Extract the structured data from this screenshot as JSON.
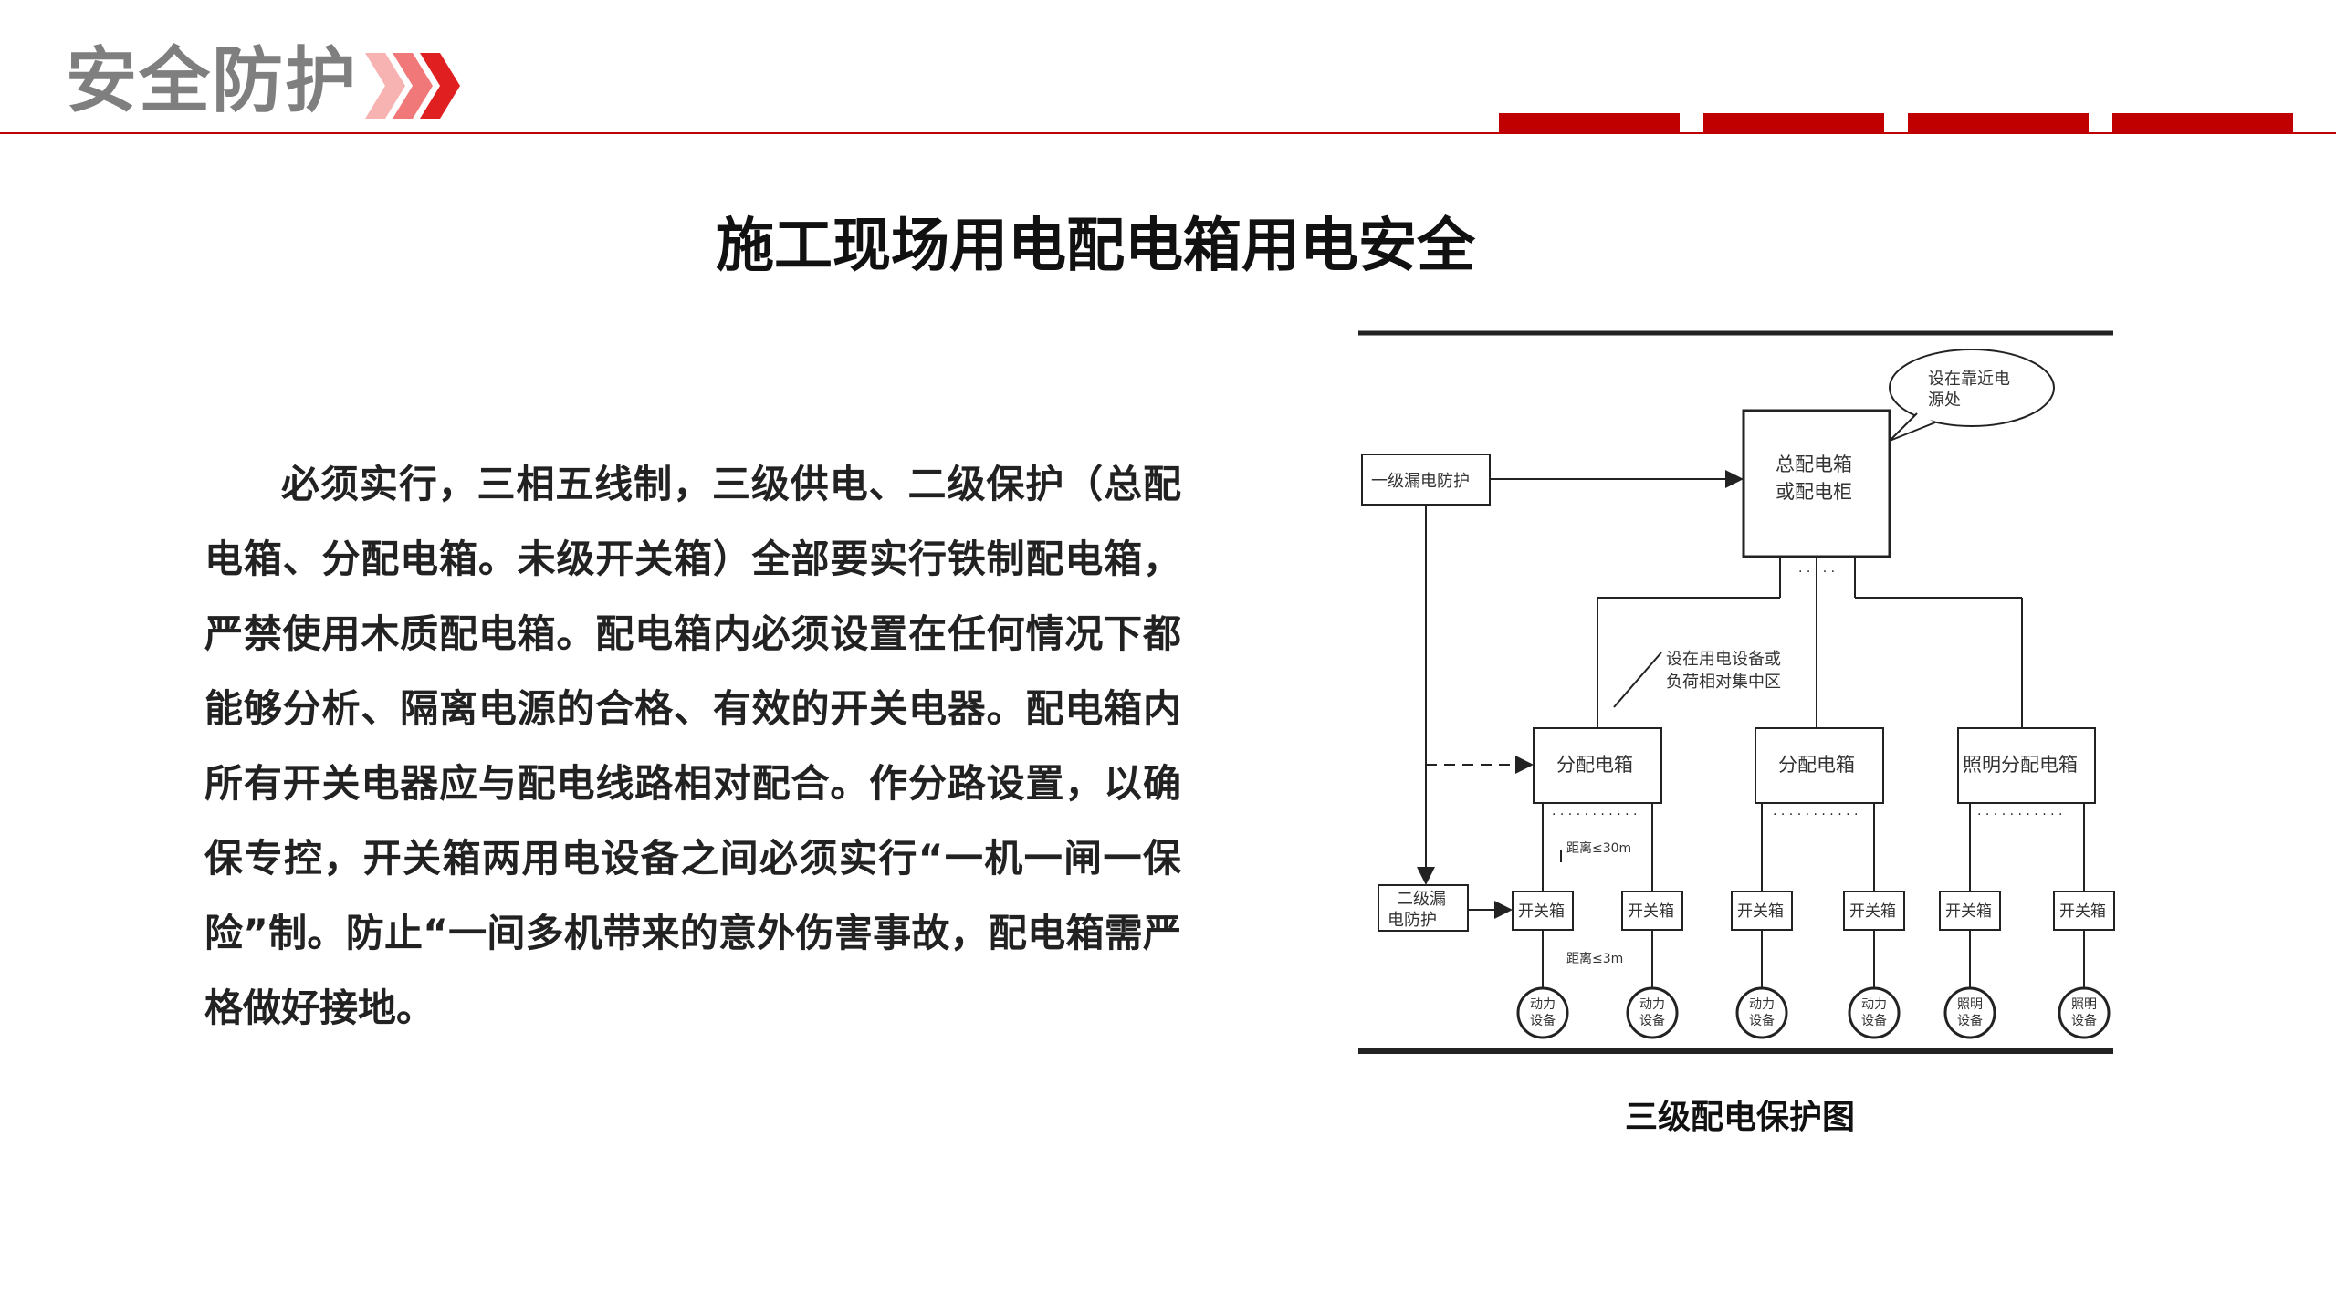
{
  "header": {
    "title": "安全防护",
    "accent_color": "#c00000",
    "chevron_color": "#f07070"
  },
  "main_title": "施工现场用电配电箱用电安全",
  "body_paragraph": "必须实行，三相五线制，三级供电、二级保护（总配电箱、分配电箱。未级开关箱）全部要实行铁制配电箱，严禁使用木质配电箱。配电箱内必须设置在任何情况下都能够分析、隔离电源的合格、有效的开关电器。配电箱内所有开关电器应与配电线路相对配合。作分路设置，以确保专控，开关箱两用电设备之间必须实行“一机一闸一保险”制。防止“一间多机带来的意外伤害事故，配电箱需严格做好接地。",
  "diagram": {
    "bubble_line1": "设在靠近电",
    "bubble_line2": "源处",
    "primary_protection": "一级漏电防护",
    "main_box_line1": "总配电箱",
    "main_box_line2": "或配电柜",
    "note_line1": "设在用电设备或",
    "note_line2": "负荷相对集中区",
    "dist_box_1": "分配电箱",
    "dist_box_2": "分配电箱",
    "dist_box_3": "照明分配电箱",
    "secondary_line1": "二级漏",
    "secondary_line2": "电防护",
    "switch_boxes": [
      "开关箱",
      "开关箱",
      "开关箱",
      "开关箱",
      "开关箱",
      "开关箱"
    ],
    "distance_30": "距离≤30m",
    "distance_3": "距离≤3m",
    "devices": [
      {
        "line1": "动力",
        "line2": "设备"
      },
      {
        "line1": "动力",
        "line2": "设备"
      },
      {
        "line1": "动力",
        "line2": "设备"
      },
      {
        "line1": "动力",
        "line2": "设备"
      },
      {
        "line1": "照明",
        "line2": "设备"
      },
      {
        "line1": "照明",
        "line2": "设备"
      }
    ]
  },
  "caption": "三级配电保护图"
}
